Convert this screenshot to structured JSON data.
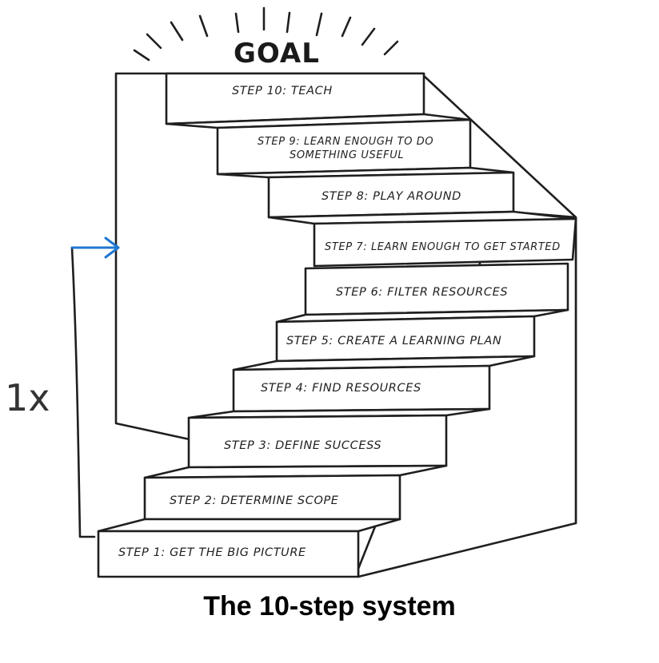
{
  "goal_label": "GOAL",
  "steps": [
    "STEP 1:  GET THE BIG PICTURE",
    "STEP 2: DETERMINE SCOPE",
    "STEP 3:  DEFINE SUCCESS",
    "STEP 4:  FIND RESOURCES",
    "STEP 5:  CREATE A LEARNING PLAN",
    "STEP 6:  FILTER RESOURCES",
    "STEP 7:  LEARN ENOUGH TO GET STARTED",
    "STEP 8: PLAY AROUND",
    "STEP 9:  LEARN ENOUGH TO DO",
    "SOMETHING USEFUL",
    "STEP 10:  TEACH"
  ],
  "repeat_label": "1x",
  "caption": "The 10-step system",
  "colors": {
    "ink": "#1f1f1f",
    "arrow": "#1f77d0",
    "background": "#ffffff"
  }
}
